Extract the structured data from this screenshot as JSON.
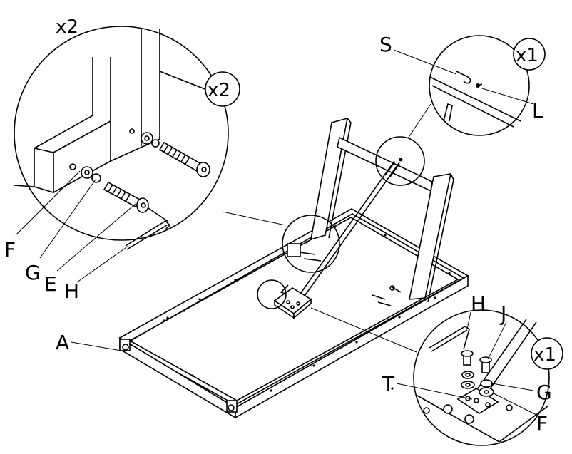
{
  "diagram": {
    "quantities": {
      "top_left": "x2",
      "left_inset": "x2",
      "top_right_inset": "x1",
      "bottom_right_inset": "x1"
    },
    "part_labels": {
      "S": "S",
      "L": "L",
      "F_left": "F",
      "G_left": "G",
      "E": "E",
      "H_left": "H",
      "A": "A",
      "H_right": "H",
      "J": "J",
      "T": "T",
      "G_right": "G",
      "F_right": "F"
    }
  }
}
